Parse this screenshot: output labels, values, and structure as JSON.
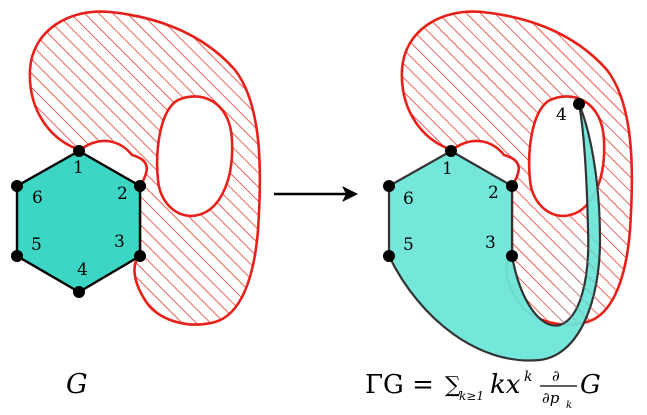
{
  "left_figure": {
    "caption": "G",
    "vertex_labels": [
      "1",
      "2",
      "3",
      "4",
      "5",
      "6"
    ]
  },
  "right_figure": {
    "vertex_labels": [
      "1",
      "2",
      "3",
      "4",
      "5",
      "6"
    ],
    "formula": {
      "lhs": "ΓG = ",
      "sum_symbol": "∑",
      "sum_index": "k≥1",
      "term": "kx",
      "term_exp": "k",
      "frac_num": "∂",
      "frac_den": "∂p",
      "frac_den_sub": "k",
      "tail": "G"
    }
  },
  "colors": {
    "face_fill": "#3dd6c4",
    "glued_fill": "#6de6d8",
    "hatch_stroke": "#e8201a",
    "edge_stroke": "#000000"
  }
}
